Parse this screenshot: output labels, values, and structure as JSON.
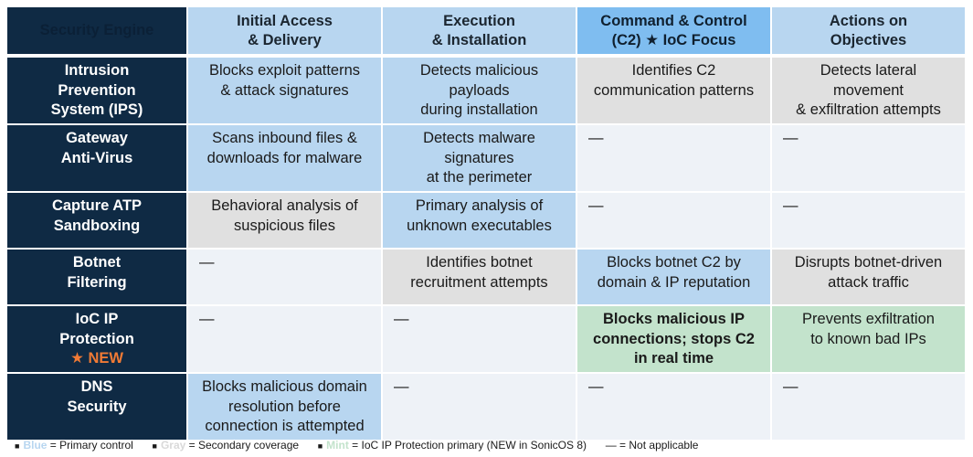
{
  "header": {
    "corner": "Security Engine",
    "col1": [
      "Initial Access",
      "& Delivery"
    ],
    "col2": [
      "Execution",
      "& Installation"
    ],
    "col3": [
      "Command & Control",
      "(C2) ★ IoC Focus"
    ],
    "col4": [
      "Actions on",
      "Objectives"
    ]
  },
  "rows": [
    {
      "engine": [
        "Intrusion",
        "Prevention",
        "System (IPS)"
      ],
      "cells": [
        [
          "Blocks exploit patterns",
          "& attack signatures"
        ],
        [
          "Detects malicious",
          "payloads",
          "during installation"
        ],
        [
          "Identifies C2",
          "communication patterns"
        ],
        [
          "Detects lateral",
          "movement",
          "& exfiltration attempts"
        ]
      ]
    },
    {
      "engine": [
        "Gateway",
        "Anti-Virus"
      ],
      "cells": [
        [
          "Scans inbound files &",
          "downloads for malware"
        ],
        [
          "Detects malware",
          "signatures",
          "at the perimeter"
        ],
        [
          "—"
        ],
        [
          "—"
        ]
      ]
    },
    {
      "engine": [
        "Capture ATP",
        "Sandboxing"
      ],
      "cells": [
        [
          "Behavioral analysis of",
          "suspicious files"
        ],
        [
          "Primary analysis of",
          "unknown executables"
        ],
        [
          "—"
        ],
        [
          "—"
        ]
      ]
    },
    {
      "engine": [
        "Botnet",
        "Filtering"
      ],
      "cells": [
        [
          "—"
        ],
        [
          "Identifies botnet",
          "recruitment attempts"
        ],
        [
          "Blocks botnet C2 by",
          "domain & IP reputation"
        ],
        [
          "Disrupts botnet-driven",
          "attack traffic"
        ]
      ]
    },
    {
      "engine": [
        "IoC IP",
        "Protection"
      ],
      "badge": "★ NEW",
      "cells": [
        [
          "—"
        ],
        [
          "—"
        ],
        [
          "Blocks malicious IP",
          "connections; stops C2",
          "in real time"
        ],
        [
          "Prevents exfiltration",
          "to known bad IPs"
        ]
      ]
    },
    {
      "engine": [
        "DNS",
        "Security"
      ],
      "cells": [
        [
          "Blocks malicious domain",
          "resolution before",
          "connection is attempted"
        ],
        [
          "—"
        ],
        [
          "—"
        ],
        [
          "—"
        ]
      ]
    }
  ],
  "legend": {
    "bullet": "■",
    "blue_key": "Blue",
    "blue_text": " = Primary control",
    "gray_key": "Gray",
    "gray_text": " = Secondary coverage",
    "mint_key": "Mint",
    "mint_text": " = IoC IP Protection primary (NEW in SonicOS 8)",
    "dash_text": "— = Not applicable"
  },
  "colors": {
    "navy": "#0f2a44",
    "blue": "#b8d6f0",
    "c2_header": "#7fbdf0",
    "gray": "#e0e0e0",
    "mint": "#c3e3cc",
    "empty": "#eef2f7",
    "new_accent": "#f07a35"
  }
}
